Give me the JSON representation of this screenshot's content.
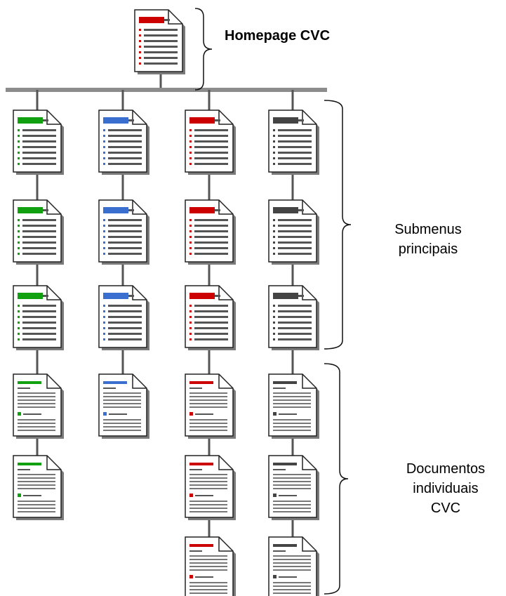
{
  "labels": {
    "homepage": "Homepage CVC",
    "submenus": [
      "Submenus",
      "principais"
    ],
    "documents": [
      "Documentos",
      "individuais",
      "CVC"
    ]
  },
  "colors": {
    "home": "#cc0000",
    "columns": [
      "#10a010",
      "#3a6fd0",
      "#cc0000",
      "#444444"
    ],
    "bus": "#8c8c8c",
    "line": "#555555"
  },
  "diagram": {
    "submenu_pages_per_column": [
      3,
      3,
      3,
      3
    ],
    "document_pages_per_column": [
      2,
      1,
      3,
      3
    ]
  }
}
